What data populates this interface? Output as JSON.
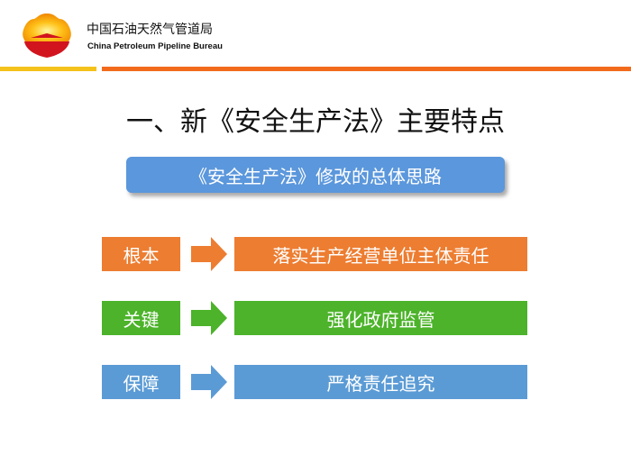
{
  "header": {
    "org_cn": "中国石油天然气管道局",
    "org_en": "China Petroleum Pipeline Bureau"
  },
  "title": "一、新《安全生产法》主要特点",
  "banner": "《安全生产法》修改的总体思路",
  "rows": [
    {
      "key": "根本",
      "value": "落实生产经营单位主体责任",
      "color": "#ED7D31"
    },
    {
      "key": "关键",
      "value": "强化政府监管",
      "color": "#4CB32A"
    },
    {
      "key": "保障",
      "value": "严格责任追究",
      "color": "#5B9BD5"
    }
  ]
}
